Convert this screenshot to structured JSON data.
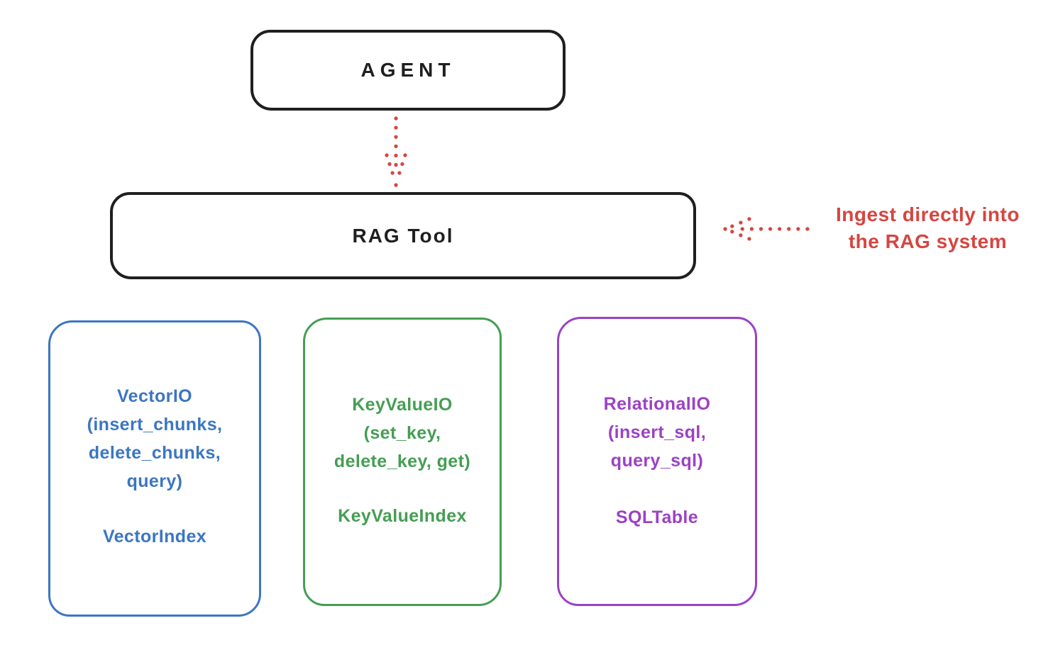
{
  "agent_box": {
    "label": "AGENT"
  },
  "rag_tool_box": {
    "label": "RAG Tool"
  },
  "annotation": {
    "line1": "Ingest directly into",
    "line2": "the RAG system"
  },
  "stores": [
    {
      "id": "vector-io",
      "lines": [
        "VectorIO",
        "(insert_chunks,",
        "delete_chunks,",
        "query)"
      ],
      "index_label": "VectorIndex",
      "color": "#3b76c2"
    },
    {
      "id": "keyvalue-io",
      "lines": [
        "KeyValueIO",
        "(set_key,",
        "delete_key, get)"
      ],
      "index_label": "KeyValueIndex",
      "color": "#449e53"
    },
    {
      "id": "relational-io",
      "lines": [
        "RelationalIO",
        "(insert_sql,",
        "query_sql)"
      ],
      "index_label": "SQLTable",
      "color": "#9c41c5"
    }
  ],
  "colors": {
    "outline_black": "#1f1f1f",
    "arrow_red": "#d6453f",
    "vector_blue": "#3b76c2",
    "keyvalue_green": "#449e53",
    "relational_purple": "#9c41c5",
    "background": "#ffffff"
  }
}
